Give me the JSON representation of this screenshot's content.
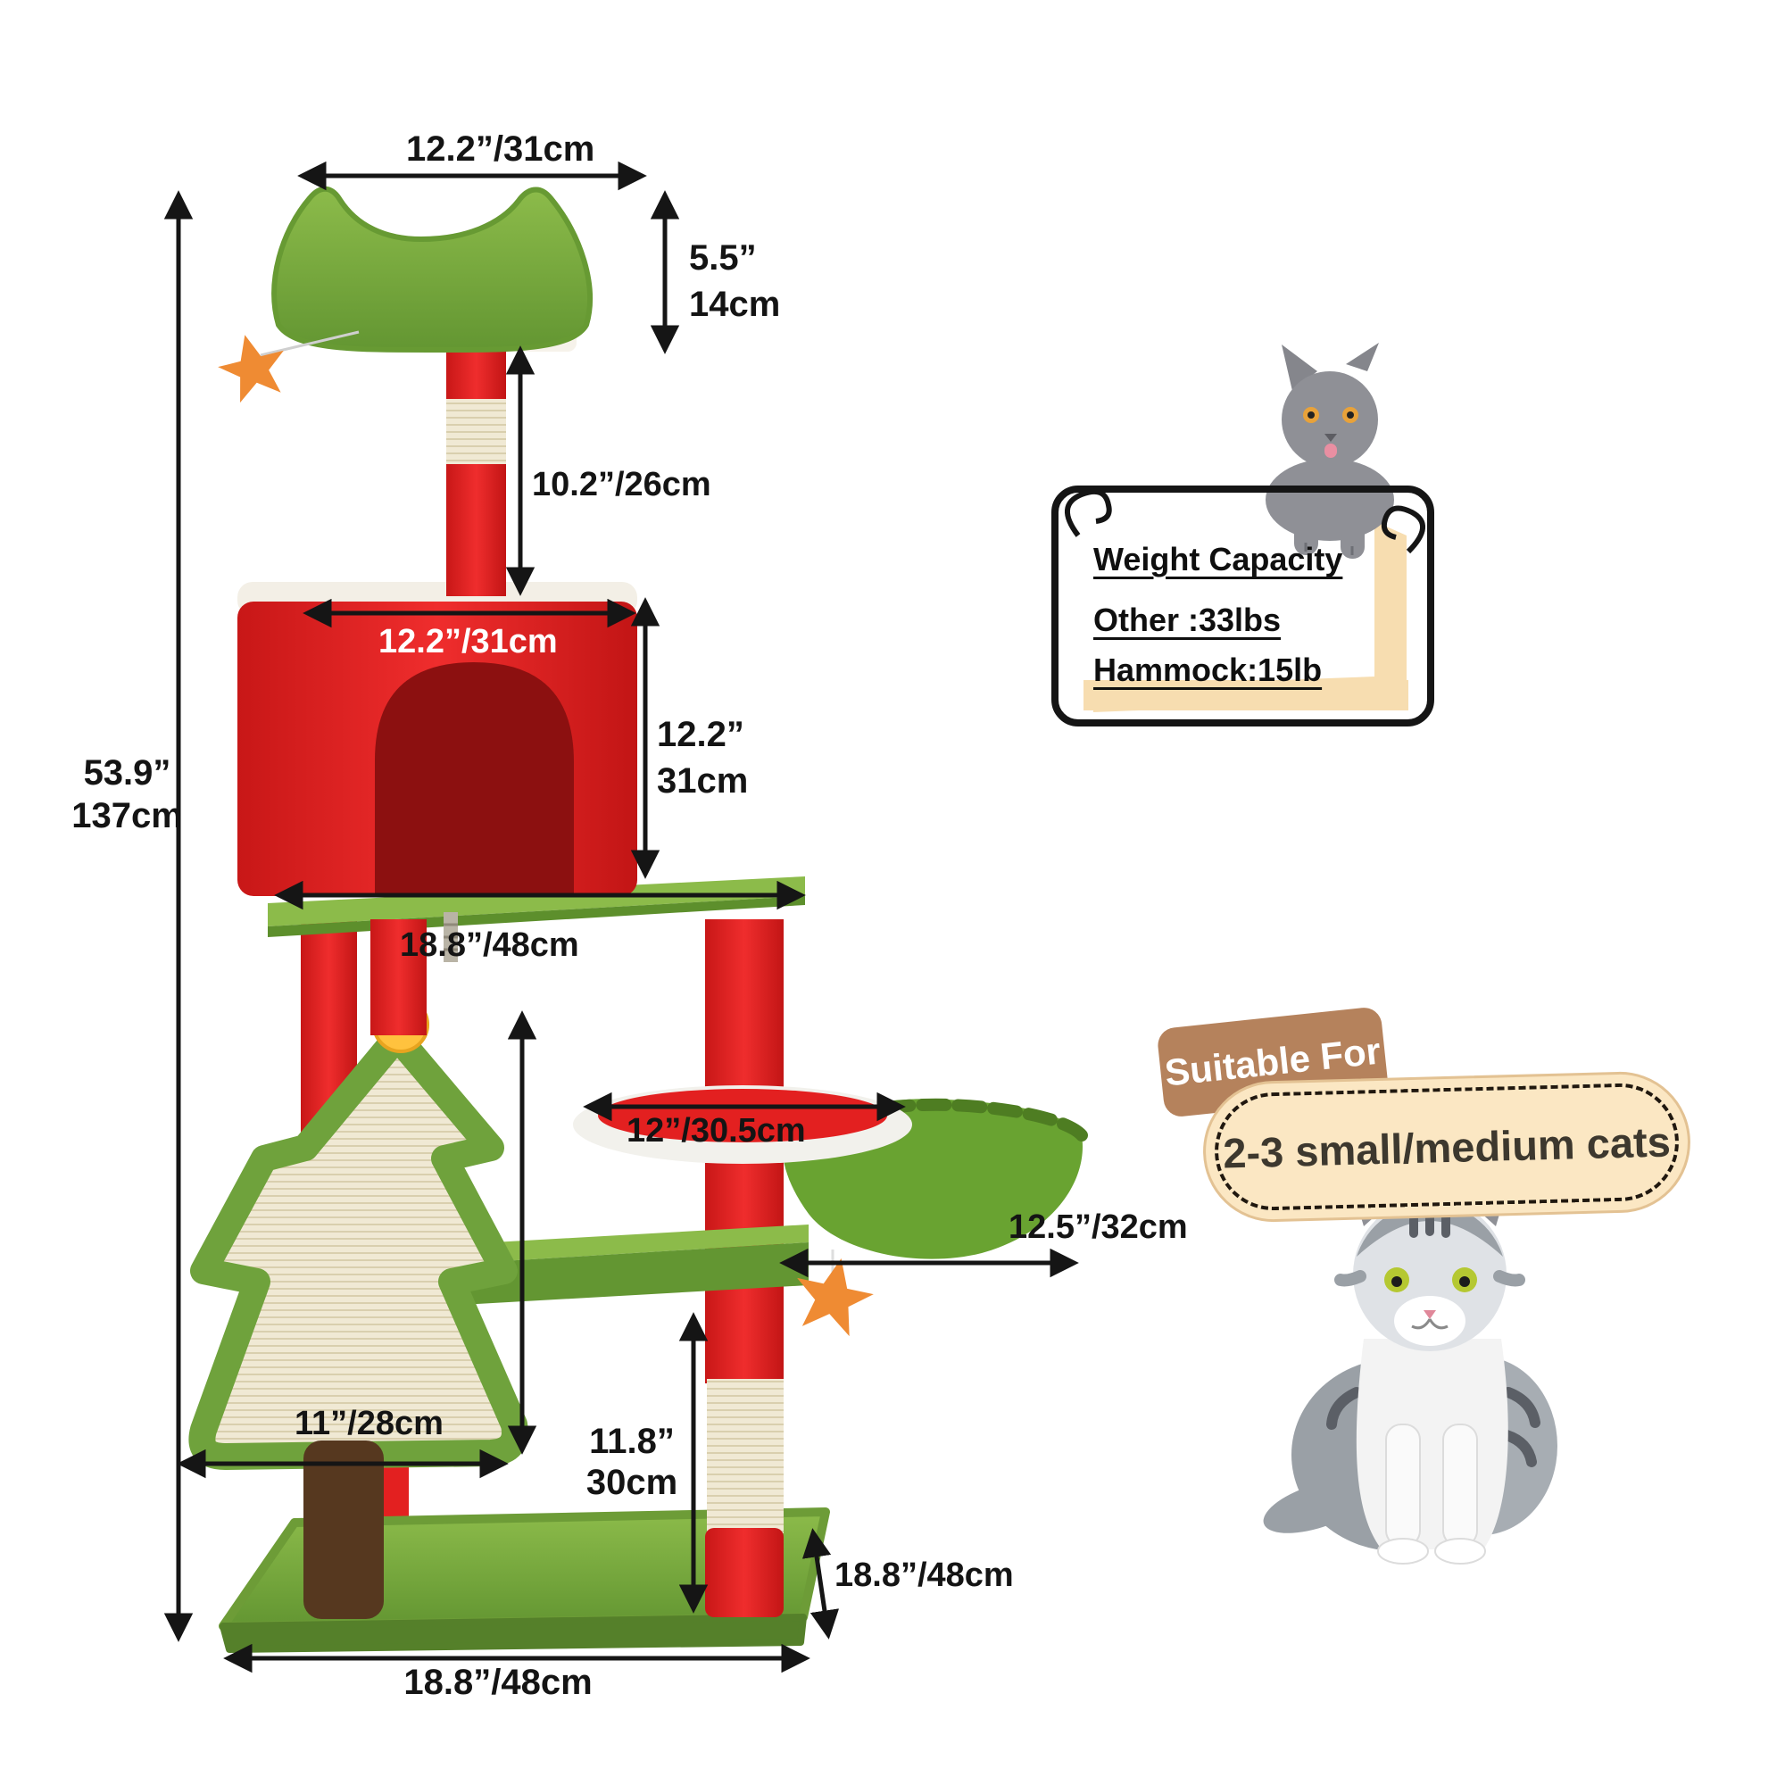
{
  "product": "christmas-cat-tree-dimension-diagram",
  "dimensions": {
    "total_height": {
      "inches": "53.9”",
      "cm": "137cm"
    },
    "top_perch_width": "12.2”/31cm",
    "top_perch_height": {
      "inches": "5.5”",
      "cm": "14cm"
    },
    "top_pole_height": "10.2”/26cm",
    "condo_width": "12.2”/31cm",
    "condo_height": {
      "inches": "12.2”",
      "cm": "31cm"
    },
    "condo_shelf_width": "18.8”/48cm",
    "perch_disc_width": "12”/30.5cm",
    "hammock_width": "12.5”/32cm",
    "tree_scratcher_width": "11”/28cm",
    "lower_pole_height": {
      "inches": "11.8”",
      "cm": "30cm"
    },
    "base_depth": "18.8”/48cm",
    "base_width": "18.8”/48cm"
  },
  "weight_capacity": {
    "title": "Weight Capacity",
    "other": "Other :33lbs",
    "hammock": "Hammock:15lb"
  },
  "suitable": {
    "badge": "Suitable For",
    "text": "2-3 small/medium cats"
  },
  "colors": {
    "red": "#e32020",
    "red_dark": "#b01414",
    "doorway": "#8c1010",
    "green": "#7fae3e",
    "green_dark": "#5d8f2c",
    "green_hammock": "#69a331",
    "sisal": "#f0e9d4",
    "sisal_line": "#d9cfae",
    "trunk": "#56381f",
    "orange": "#ef8b33",
    "pom": "#ffc23e",
    "ink": "#151515",
    "cream": "#f7ddb0",
    "badge_brown": "#b5825c",
    "pill_cream": "#fbe7c3",
    "pill_text": "#3d382e",
    "cat_gray": "#8f9096",
    "cat_gray_dark": "#5b5f66"
  }
}
